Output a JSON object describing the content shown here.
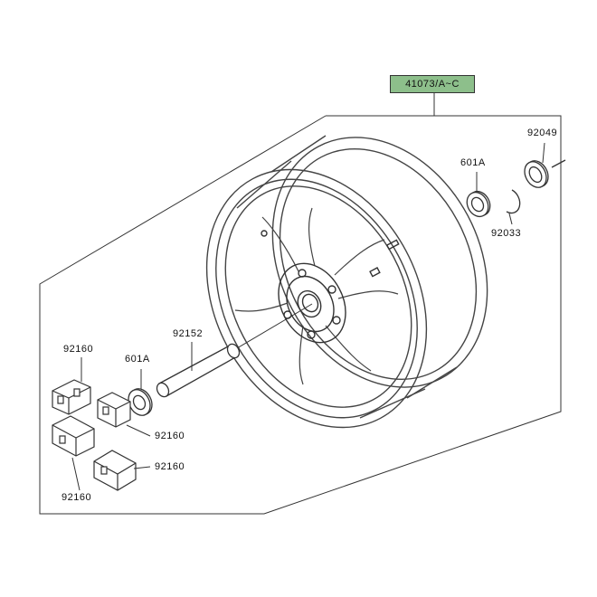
{
  "diagram": {
    "assembly_ref": {
      "label": "41073/A~C",
      "highlight_color": "#8dbf8b"
    },
    "parts": [
      {
        "id": "92049",
        "label": "92049"
      },
      {
        "id": "601A-right",
        "label": "601A"
      },
      {
        "id": "92033",
        "label": "92033"
      },
      {
        "id": "92152",
        "label": "92152"
      },
      {
        "id": "601A-left",
        "label": "601A"
      },
      {
        "id": "92160-a",
        "label": "92160"
      },
      {
        "id": "92160-b",
        "label": "92160"
      },
      {
        "id": "92160-c",
        "label": "92160"
      },
      {
        "id": "92160-d",
        "label": "92160"
      }
    ],
    "line_color": "#333333"
  }
}
